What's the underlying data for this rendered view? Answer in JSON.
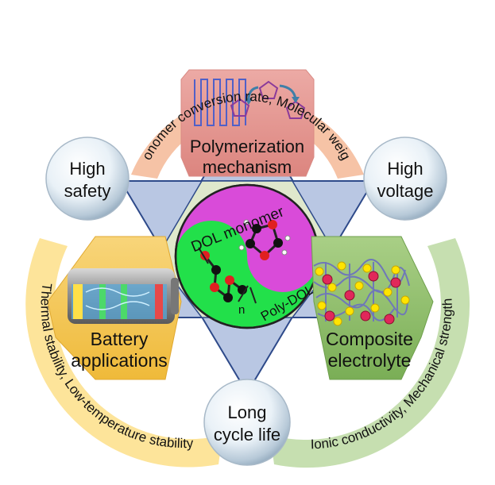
{
  "arcs": {
    "top": "Monomer conversion rate, Molecular weight",
    "left": "Thermal stability, Low-temperature stability",
    "right": "Ionic conductivity, Mechanical strength"
  },
  "hexagons": {
    "top": {
      "line1": "Polymerization",
      "line2": "mechanism"
    },
    "left": {
      "line1": "Battery",
      "line2": "applications"
    },
    "right": {
      "line1": "Composite",
      "line2": "electrolyte"
    }
  },
  "bubbles": {
    "top_left": {
      "line1": "High",
      "line2": "safety"
    },
    "top_right": {
      "line1": "High",
      "line2": "voltage"
    },
    "bottom": {
      "line1": "Long",
      "line2": "cycle life"
    }
  },
  "center": {
    "top_label": "DOL monomer",
    "bottom_label": "Poly-DOL",
    "subscript": "n"
  },
  "colors": {
    "arc_top": "#f6c3a6",
    "arc_left": "#fde49a",
    "arc_right": "#c6dfb0",
    "hex_top": "#e89a94",
    "hex_left": "#f5c85a",
    "hex_right": "#8fbf6a",
    "triangle": "#b9c7e3",
    "center_magenta": "#d94bd9",
    "center_green": "#22e04a"
  }
}
